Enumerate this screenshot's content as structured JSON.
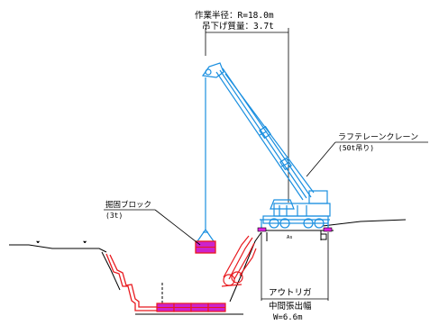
{
  "labels": {
    "working_radius": "作業半径：R=18.0m",
    "lifting_load": "吊下げ質量：3.7t",
    "crane_name": "ラフテレーンクレーン",
    "crane_capacity": "(50t吊り)",
    "block_name": "掘固ブロック",
    "block_weight": "(3t)",
    "outrigger": "アウトリガ",
    "outrigger_width_label": "中間張出幅",
    "outrigger_width_value": "W=6.6m",
    "as_mark": "As"
  },
  "colors": {
    "crane": "#1a8fe0",
    "block_fill": "#cc22cc",
    "block_outline": "#e8191e",
    "structure": "#e8191e",
    "ground": "#000000",
    "ground_pad": "#e020e0"
  }
}
